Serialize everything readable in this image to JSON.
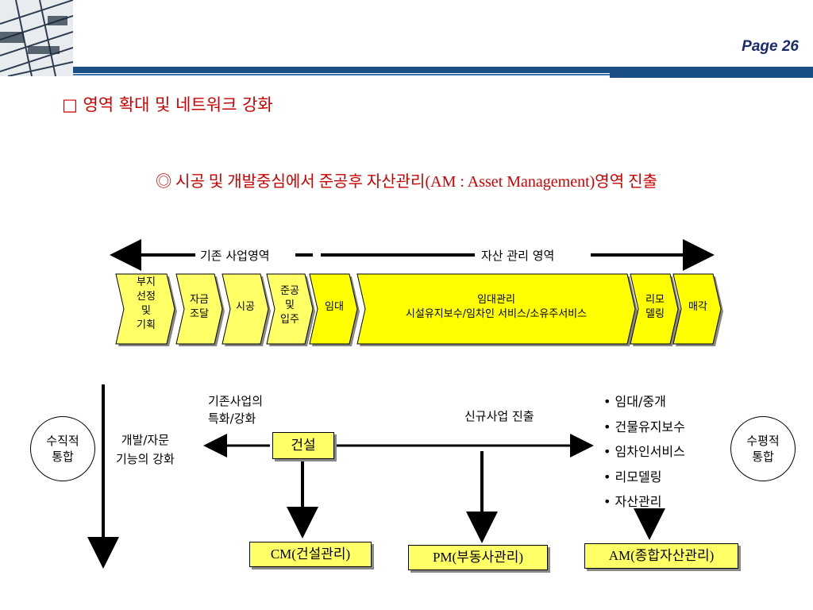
{
  "header": {
    "page_label": "Page 26"
  },
  "title": "□ 영역 확대 및 네트워크 강화",
  "subtitle": "◎ 시공 및 개발중심에서 준공후 자산관리(AM : Asset Management)영역 진출",
  "ranges": {
    "existing": "기존 사업영역",
    "asset": "자산 관리 영역"
  },
  "chevrons": [
    {
      "line1": "부지",
      "line2": "선정",
      "line3": "및",
      "line4": "기획"
    },
    {
      "line1": "자금",
      "line2": "조달"
    },
    {
      "line1": "시공"
    },
    {
      "line1": "준공",
      "line2": "및",
      "line3": "입주"
    },
    {
      "line1": "임대"
    },
    {
      "line1": "임대관리",
      "line2": "시설유지보수/임차인 서비스/소유주서비스"
    },
    {
      "line1": "리모",
      "line2": "델링"
    },
    {
      "line1": "매각"
    }
  ],
  "lower": {
    "vertical_circle": {
      "line1": "수직적",
      "line2": "통합"
    },
    "horizontal_circle": {
      "line1": "수평적",
      "line2": "통합"
    },
    "specialize": {
      "line1": "기존사업의",
      "line2": "특화/강화"
    },
    "develop": {
      "line1": "개발/자문",
      "line2": "기능의 강화"
    },
    "center_box": "건설",
    "new_business": "신규사업 진출",
    "bullets": [
      "임대/중개",
      "건물유지보수",
      "임차인서비스",
      "리모델링",
      "자산관리"
    ],
    "outputs": {
      "cm": "CM(건설관리)",
      "pm": "PM(부동사관리)",
      "am": "AM(종합자산관리)"
    }
  },
  "colors": {
    "accent_red": "#cc0000",
    "chevron_fill": "#ffff66",
    "chevron_fill_bright": "#ffff00",
    "header_blue": "#1a4f86"
  }
}
